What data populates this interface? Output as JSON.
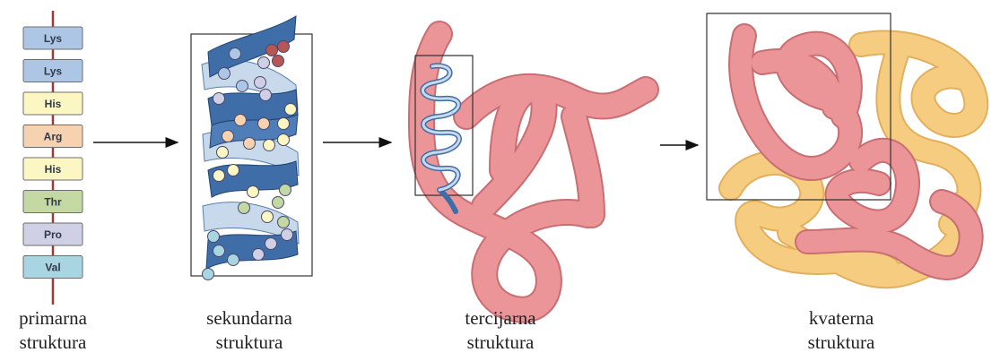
{
  "primary": {
    "residues": [
      {
        "label": "Lys",
        "color": "#aec6e6"
      },
      {
        "label": "Lys",
        "color": "#aec6e6"
      },
      {
        "label": "His",
        "color": "#fcf6c2"
      },
      {
        "label": "Arg",
        "color": "#f6d2b0"
      },
      {
        "label": "His",
        "color": "#fcf6c2"
      },
      {
        "label": "Thr",
        "color": "#c3d8a3"
      },
      {
        "label": "Pro",
        "color": "#cfcfe5"
      },
      {
        "label": "Val",
        "color": "#a9d4e2"
      }
    ]
  },
  "captions": {
    "primary": [
      "primarna",
      "struktura"
    ],
    "secondary": [
      "sekundarna",
      "struktura"
    ],
    "tertiary": [
      "tercijarna",
      "struktura"
    ],
    "quaternary": [
      "kvaterna",
      "struktura"
    ]
  },
  "colors": {
    "helix_blue": "#3f6da8",
    "helix_light": "#c9d9ec",
    "tertiary_chain": "#e98f92",
    "quaternary_second_chain": "#f6cd80",
    "backbone": "#9a3b35",
    "arrow": "#111111"
  }
}
